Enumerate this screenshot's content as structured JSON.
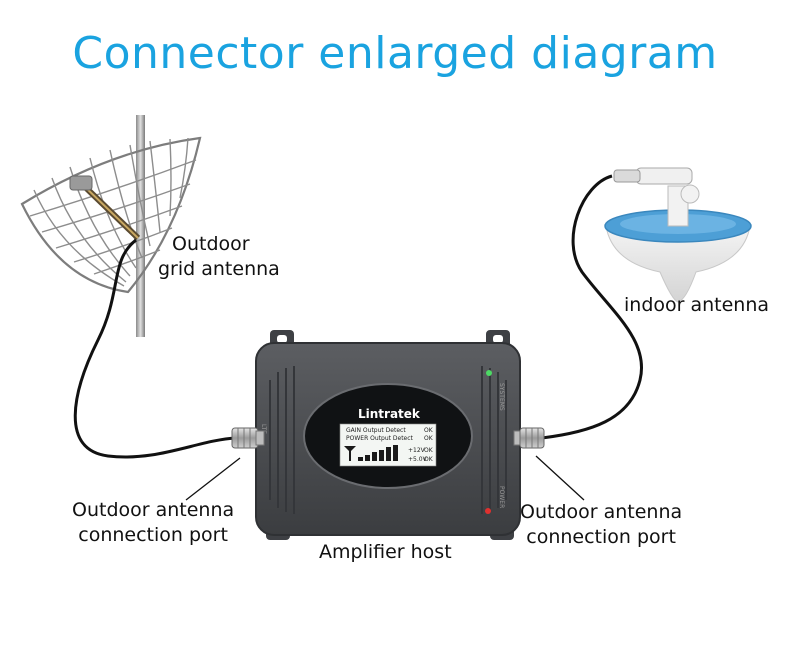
{
  "title": "Connector enlarged diagram",
  "labels": {
    "outdoor_grid_antenna": [
      "Outdoor",
      "grid antenna"
    ],
    "indoor_antenna": "indoor antenna",
    "left_port": [
      "Outdoor antenna",
      "connection port"
    ],
    "right_port": [
      "Outdoor antenna",
      "connection port"
    ],
    "amplifier_host": "Amplifier host"
  },
  "device": {
    "brand": "Lintratek",
    "lcd": {
      "row1": "GAIN Output Detect",
      "row1_status": "OK",
      "row2": "POWER Output Detect",
      "row2_status": "OK",
      "row3": "+12V",
      "row3_status": "OK",
      "row4": "+5.0V",
      "row4_status": "OK"
    },
    "side_left": "LTE",
    "side_right_top": "SYSTEMS",
    "side_right_bottom": "POWER"
  },
  "colors": {
    "title": "#1aa3e0",
    "device_body": "#4a4c50",
    "indoor_cap": "#4d9fd6",
    "cable": "#111111"
  }
}
